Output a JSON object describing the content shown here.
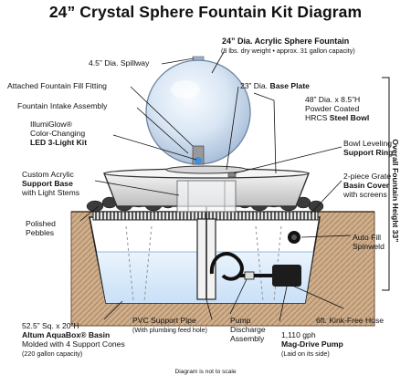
{
  "title": "24” Crystal Sphere Fountain Kit Diagram",
  "overall_height": "Overall Fountain Height 33”",
  "footnote": "Diagram is not to scale",
  "colors": {
    "sphere_highlight": "#eaf2fb",
    "sphere_shade": "#b9cbe0",
    "bowl": "#e8e8e8",
    "soil": "#c9a886",
    "water": "#d7e9fb",
    "led": "#3c8fe3"
  },
  "labels": {
    "sphere_line1": "24” Dia. Acrylic Sphere Fountain",
    "sphere_line2": "(8 lbs. dry weight • approx. 31 gallon capacity)",
    "spillway": "4.5” Dia. Spillway",
    "base_plate_pre": "23” Dia. ",
    "base_plate_bold": "Base Plate",
    "fill_fitting": "Attached Fountain Fill Fitting",
    "intake": "Fountain Intake Assembly",
    "bowl_line1": "48” Dia. x 8.5”H",
    "bowl_line2": "Powder Coated",
    "bowl_line3_pre": "HRCS ",
    "bowl_line3_bold": "Steel Bowl",
    "led_line1": "IllumiGlow®",
    "led_line2": "Color-Changing",
    "led_line3": "LED 3-Light Kit",
    "ring_line1": "Bowl Leveling",
    "ring_line2": "Support Ring",
    "base_line1": "Custom Acrylic",
    "base_line2_bold": "Support Base",
    "base_line3": "with Light Stems",
    "grate_line1": "2-piece Grate",
    "grate_line2": "Basin Cover",
    "grate_line3": "with screens",
    "pebbles_line1": "Polished",
    "pebbles_line2": "Pebbles",
    "autofill_line1": "Auto Fill",
    "autofill_line2": "Spinweld",
    "basin_line1": "52.5” Sq. x 20”H",
    "basin_line2": "Altum AquaBox® Basin",
    "basin_line3": "Molded with 4 Support Cones",
    "basin_line4": "(220 gallon capacity)",
    "pipe_line1": "PVC Support Pipe",
    "pipe_line2": "(With plumbing feed hole)",
    "discharge_line1": "Pump",
    "discharge_line2": "Discharge",
    "discharge_line3": "Assembly",
    "hose": "6ft. Kink-Free Hose",
    "pump_line1": "1,110 gph",
    "pump_line2": "Mag-Drive Pump",
    "pump_line3": "(Laid on its side)"
  }
}
